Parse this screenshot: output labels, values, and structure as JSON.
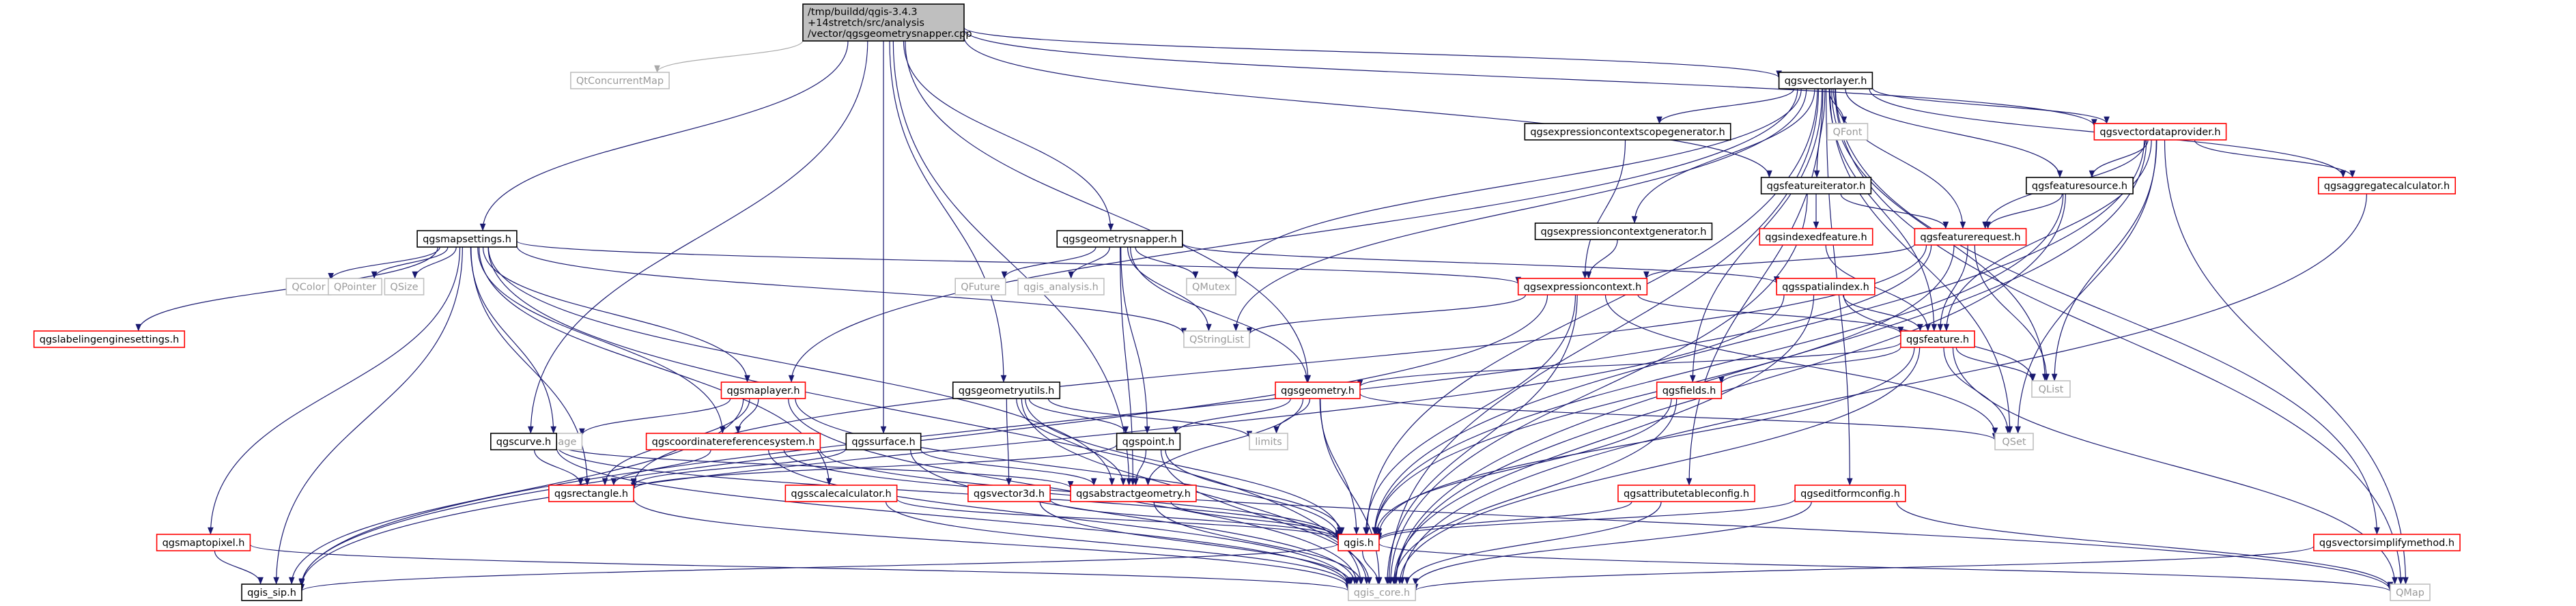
{
  "graph": {
    "root": {
      "lines": [
        "/tmp/buildd/qgis-3.4.3",
        "+14stretch/src/analysis",
        "/vector/qgsgeometrysnapper.cpp"
      ]
    },
    "colors": {
      "root_fill": "#bfbfbf",
      "node_fill": "#ffffff",
      "black_border": "#000000",
      "red_border": "#ff0000",
      "gray_border": "#bfbfbf",
      "gray_text": "#9a9a9a",
      "edge": "#191970",
      "edge_gray": "#a9a9a9"
    },
    "nodes": [
      {
        "id": "qconcurrentmap",
        "label": "QtConcurrentMap",
        "style": "gray"
      },
      {
        "id": "qgsvectorlayer",
        "label": "qgsvectorlayer.h",
        "style": "black"
      },
      {
        "id": "qgsmapsettings",
        "label": "qgsmapsettings.h",
        "style": "black"
      },
      {
        "id": "qgsgeometrysnapper",
        "label": "qgsgeometrysnapper.h",
        "style": "black"
      },
      {
        "id": "qgsexprctxscopegen",
        "label": "qgsexpressioncontextscopegenerator.h",
        "style": "black"
      },
      {
        "id": "qfont",
        "label": "QFont",
        "style": "gray"
      },
      {
        "id": "qgsvectordataprovider",
        "label": "qgsvectordataprovider.h",
        "style": "red"
      },
      {
        "id": "qgsfeatureiterator",
        "label": "qgsfeatureiterator.h",
        "style": "black"
      },
      {
        "id": "qgsfeaturesource",
        "label": "qgsfeaturesource.h",
        "style": "black"
      },
      {
        "id": "qgsaggregatecalculator",
        "label": "qgsaggregatecalculator.h",
        "style": "red"
      },
      {
        "id": "qgsexprctxgen",
        "label": "qgsexpressioncontextgenerator.h",
        "style": "black"
      },
      {
        "id": "qgsindexedfeature",
        "label": "qgsindexedfeature.h",
        "style": "red"
      },
      {
        "id": "qgsfeaturerequest",
        "label": "qgsfeaturerequest.h",
        "style": "red"
      },
      {
        "id": "qcolor",
        "label": "QColor",
        "style": "gray"
      },
      {
        "id": "qpointer",
        "label": "QPointer",
        "style": "gray"
      },
      {
        "id": "qsize",
        "label": "QSize",
        "style": "gray"
      },
      {
        "id": "qfuture",
        "label": "QFuture",
        "style": "gray"
      },
      {
        "id": "qgis_analysis",
        "label": "qgis_analysis.h",
        "style": "gray"
      },
      {
        "id": "qmutex",
        "label": "QMutex",
        "style": "gray"
      },
      {
        "id": "qgsexpressioncontext",
        "label": "qgsexpressioncontext.h",
        "style": "red"
      },
      {
        "id": "qgsspatialindex",
        "label": "qgsspatialindex.h",
        "style": "red"
      },
      {
        "id": "qgslabelingengine",
        "label": "qgslabelingenginesettings.h",
        "style": "red"
      },
      {
        "id": "qstringlist",
        "label": "QStringList",
        "style": "gray"
      },
      {
        "id": "qgsfeature",
        "label": "qgsfeature.h",
        "style": "red"
      },
      {
        "id": "qlist",
        "label": "QList",
        "style": "gray"
      },
      {
        "id": "qgsmaplayer",
        "label": "qgsmaplayer.h",
        "style": "red"
      },
      {
        "id": "qgsgeometryutils",
        "label": "qgsgeometryutils.h",
        "style": "black"
      },
      {
        "id": "qgsgeometry",
        "label": "qgsgeometry.h",
        "style": "red"
      },
      {
        "id": "qgsfields",
        "label": "qgsfields.h",
        "style": "red"
      },
      {
        "id": "qimage",
        "label": "QImage",
        "style": "gray"
      },
      {
        "id": "limits",
        "label": "limits",
        "style": "gray"
      },
      {
        "id": "qset",
        "label": "QSet",
        "style": "gray"
      },
      {
        "id": "qgscurve",
        "label": "qgscurve.h",
        "style": "black"
      },
      {
        "id": "qgscrs",
        "label": "qgscoordinatereferencesystem.h",
        "style": "red"
      },
      {
        "id": "qgssurface",
        "label": "qgssurface.h",
        "style": "black"
      },
      {
        "id": "qgspoint",
        "label": "qgspoint.h",
        "style": "black"
      },
      {
        "id": "qgsrectangle",
        "label": "qgsrectangle.h",
        "style": "red"
      },
      {
        "id": "qgsabstractgeometry",
        "label": "qgsabstractgeometry.h",
        "style": "red"
      },
      {
        "id": "qgsattributetableconfig",
        "label": "qgsattributetableconfig.h",
        "style": "red"
      },
      {
        "id": "qgseditformconfig",
        "label": "qgseditformconfig.h",
        "style": "red"
      },
      {
        "id": "qgsscalecalculator",
        "label": "qgsscalecalculator.h",
        "style": "red"
      },
      {
        "id": "qgsvector3d",
        "label": "qgsvector3d.h",
        "style": "red"
      },
      {
        "id": "qgsmaptopixel",
        "label": "qgsmaptopixel.h",
        "style": "red"
      },
      {
        "id": "qgsvectorsimplify",
        "label": "qgsvectorsimplifymethod.h",
        "style": "red"
      },
      {
        "id": "qgis",
        "label": "qgis.h",
        "style": "red"
      },
      {
        "id": "qgis_sip",
        "label": "qgis_sip.h",
        "style": "black"
      },
      {
        "id": "qgis_core",
        "label": "qgis_core.h",
        "style": "gray"
      },
      {
        "id": "qmap",
        "label": "QMap",
        "style": "gray"
      }
    ],
    "edges": [
      [
        "root",
        "qconcurrentmap"
      ],
      [
        "root",
        "qgsvectorlayer"
      ],
      [
        "root",
        "qgsmapsettings"
      ],
      [
        "root",
        "qgsgeometrysnapper"
      ],
      [
        "root",
        "qgsvectordataprovider"
      ],
      [
        "root",
        "qgsfeatureiterator"
      ],
      [
        "root",
        "qgscurve"
      ],
      [
        "root",
        "qgssurface"
      ],
      [
        "root",
        "qgsgeometryutils"
      ],
      [
        "root",
        "qgsgeometry"
      ],
      [
        "root",
        "qgsabstractgeometry"
      ],
      [
        "qgsvectorlayer",
        "qgsexprctxscopegen"
      ],
      [
        "qgsvectorlayer",
        "qfont"
      ],
      [
        "qgsvectorlayer",
        "qgsvectordataprovider"
      ],
      [
        "qgsvectorlayer",
        "qgsfeatureiterator"
      ],
      [
        "qgsvectorlayer",
        "qgsfeaturesource"
      ],
      [
        "qgsvectorlayer",
        "qgsaggregatecalculator"
      ],
      [
        "qgsvectorlayer",
        "qgsexprctxgen"
      ],
      [
        "qgsvectorlayer",
        "qgsfeaturerequest"
      ],
      [
        "qgsvectorlayer",
        "qmutex"
      ],
      [
        "qgsvectorlayer",
        "qgsmaplayer"
      ],
      [
        "qgsvectorlayer",
        "qstringlist"
      ],
      [
        "qgsvectorlayer",
        "qgsfields"
      ],
      [
        "qgsvectorlayer",
        "qgsfeature"
      ],
      [
        "qgsvectorlayer",
        "qlist"
      ],
      [
        "qgsvectorlayer",
        "qset"
      ],
      [
        "qgsvectorlayer",
        "qgsattributetableconfig"
      ],
      [
        "qgsvectorlayer",
        "qgseditformconfig"
      ],
      [
        "qgsvectorlayer",
        "qgsvectorsimplify"
      ],
      [
        "qgsvectorlayer",
        "qgis"
      ],
      [
        "qgsvectorlayer",
        "qgis_core"
      ],
      [
        "qgsvectorlayer",
        "qmap"
      ],
      [
        "qgsvectordataprovider",
        "qgsfeaturesource"
      ],
      [
        "qgsvectordataprovider",
        "qgsaggregatecalculator"
      ],
      [
        "qgsvectordataprovider",
        "qgsfeaturerequest"
      ],
      [
        "qgsvectordataprovider",
        "qgsfeature"
      ],
      [
        "qgsvectordataprovider",
        "qlist"
      ],
      [
        "qgsvectordataprovider",
        "qset"
      ],
      [
        "qgsvectordataprovider",
        "qgis"
      ],
      [
        "qgsvectordataprovider",
        "qgis_core"
      ],
      [
        "qgsvectordataprovider",
        "qmap"
      ],
      [
        "qgsfeatureiterator",
        "qgsindexedfeature"
      ],
      [
        "qgsfeatureiterator",
        "qgsfeaturerequest"
      ],
      [
        "qgsfeatureiterator",
        "qgis_core"
      ],
      [
        "qgsfeaturesource",
        "qgsfeaturerequest"
      ],
      [
        "qgsfeaturesource",
        "qgis"
      ],
      [
        "qgsfeaturesource",
        "qgis_core"
      ],
      [
        "qgsaggregatecalculator",
        "qgis_core"
      ],
      [
        "qgsexprctxgen",
        "qgsexpressioncontext"
      ],
      [
        "qgsexprctxscopegen",
        "qgsexpressioncontext"
      ],
      [
        "qgsindexedfeature",
        "qgsfeature"
      ],
      [
        "qgsfeaturerequest",
        "qgsexpressioncontext"
      ],
      [
        "qgsfeaturerequest",
        "qgsfeature"
      ],
      [
        "qgsfeaturerequest",
        "qlist"
      ],
      [
        "qgsfeaturerequest",
        "qgsrectangle"
      ],
      [
        "qgsfeaturerequest",
        "qgis"
      ],
      [
        "qgsfeaturerequest",
        "qgis_sip"
      ],
      [
        "qgsmapsettings",
        "qcolor"
      ],
      [
        "qgsmapsettings",
        "qpointer"
      ],
      [
        "qgsmapsettings",
        "qsize"
      ],
      [
        "qgsmapsettings",
        "qimage"
      ],
      [
        "qgsmapsettings",
        "qstringlist"
      ],
      [
        "qgsmapsettings",
        "qgslabelingengine"
      ],
      [
        "qgsmapsettings",
        "qgsmaplayer"
      ],
      [
        "qgsmapsettings",
        "qgscrs"
      ],
      [
        "qgsmapsettings",
        "qgsrectangle"
      ],
      [
        "qgsmapsettings",
        "qgsexpressioncontext"
      ],
      [
        "qgsmapsettings",
        "qgsscalecalculator"
      ],
      [
        "qgsmapsettings",
        "qgsmaptopixel"
      ],
      [
        "qgsmapsettings",
        "qgis_sip"
      ],
      [
        "qgsmapsettings",
        "qgis_core"
      ],
      [
        "qgsmapsettings",
        "qgsabstractgeometry"
      ],
      [
        "qgsgeometrysnapper",
        "qfuture"
      ],
      [
        "qgsgeometrysnapper",
        "qgis_analysis"
      ],
      [
        "qgsgeometrysnapper",
        "qmutex"
      ],
      [
        "qgsgeometrysnapper",
        "qstringlist"
      ],
      [
        "qgsgeometrysnapper",
        "qgsspatialindex"
      ],
      [
        "qgsgeometrysnapper",
        "qgsgeometry"
      ],
      [
        "qgsgeometrysnapper",
        "qgspoint"
      ],
      [
        "qgsgeometrysnapper",
        "qgsabstractgeometry"
      ],
      [
        "qgsexpressioncontext",
        "qstringlist"
      ],
      [
        "qgsexpressioncontext",
        "qgsfeature"
      ],
      [
        "qgsexpressioncontext",
        "qset"
      ],
      [
        "qgsexpressioncontext",
        "qgis"
      ],
      [
        "qgsexpressioncontext",
        "qgis_core"
      ],
      [
        "qgsexpressioncontext",
        "qgis_sip"
      ],
      [
        "qgsspatialindex",
        "qgsfeature"
      ],
      [
        "qgsspatialindex",
        "qlist"
      ],
      [
        "qgsspatialindex",
        "qgis_core"
      ],
      [
        "qgsspatialindex",
        "qgis_sip"
      ],
      [
        "qgsfeature",
        "qgsgeometry"
      ],
      [
        "qgsfeature",
        "qgsfields"
      ],
      [
        "qgsfeature",
        "qlist"
      ],
      [
        "qgsfeature",
        "qset"
      ],
      [
        "qgsfeature",
        "qgis"
      ],
      [
        "qgsfeature",
        "qgis_core"
      ],
      [
        "qgsfeature",
        "qmap"
      ],
      [
        "qgsmaplayer",
        "qimage"
      ],
      [
        "qgsmaplayer",
        "qgscrs"
      ],
      [
        "qgsmaplayer",
        "qgsrectangle"
      ],
      [
        "qgsmaplayer",
        "qgis"
      ],
      [
        "qgsmaplayer",
        "qgis_core"
      ],
      [
        "qgsmaplayer",
        "qgis_sip"
      ],
      [
        "qgsgeometryutils",
        "qgspoint"
      ],
      [
        "qgsgeometryutils",
        "limits"
      ],
      [
        "qgsgeometryutils",
        "qgsvector3d"
      ],
      [
        "qgsgeometryutils",
        "qgsabstractgeometry"
      ],
      [
        "qgsgeometryutils",
        "qgis"
      ],
      [
        "qgsgeometryutils",
        "qgis_core"
      ],
      [
        "qgsgeometry",
        "limits"
      ],
      [
        "qgsgeometry",
        "qset"
      ],
      [
        "qgsgeometry",
        "qgspoint"
      ],
      [
        "qgsgeometry",
        "qgsabstractgeometry"
      ],
      [
        "qgsgeometry",
        "qgis"
      ],
      [
        "qgsgeometry",
        "qgis_core"
      ],
      [
        "qgsfields",
        "qgis"
      ],
      [
        "qgsfields",
        "qgis_core"
      ],
      [
        "qgscurve",
        "qgsrectangle"
      ],
      [
        "qgscurve",
        "qgsabstractgeometry"
      ],
      [
        "qgscurve",
        "qgis"
      ],
      [
        "qgscurve",
        "qgis_core"
      ],
      [
        "qgscrs",
        "qgsrectangle"
      ],
      [
        "qgscrs",
        "qgis"
      ],
      [
        "qgscrs",
        "qgis_core"
      ],
      [
        "qgscrs",
        "qmap"
      ],
      [
        "qgssurface",
        "qgsrectangle"
      ],
      [
        "qgssurface",
        "qgsabstractgeometry"
      ],
      [
        "qgssurface",
        "qgis_core"
      ],
      [
        "qgspoint",
        "qgsrectangle"
      ],
      [
        "qgspoint",
        "qgsabstractgeometry"
      ],
      [
        "qgspoint",
        "qgis"
      ],
      [
        "qgspoint",
        "qgis_core"
      ],
      [
        "qgsrectangle",
        "qgis_core"
      ],
      [
        "qgsabstractgeometry",
        "qgis"
      ],
      [
        "qgsabstractgeometry",
        "qgis_core"
      ],
      [
        "qgsattributetableconfig",
        "qgis"
      ],
      [
        "qgsattributetableconfig",
        "qgis_core"
      ],
      [
        "qgseditformconfig",
        "qgis"
      ],
      [
        "qgseditformconfig",
        "qgis_core"
      ],
      [
        "qgseditformconfig",
        "qmap"
      ],
      [
        "qgsscalecalculator",
        "qgis"
      ],
      [
        "qgsscalecalculator",
        "qgis_core"
      ],
      [
        "qgsvector3d",
        "qgis"
      ],
      [
        "qgsvector3d",
        "qgis_core"
      ],
      [
        "qgsmaptopixel",
        "qgis_sip"
      ],
      [
        "qgsmaptopixel",
        "qgis_core"
      ],
      [
        "qgsvectorsimplify",
        "qgis_core"
      ],
      [
        "qgis",
        "qgis_sip"
      ],
      [
        "qgis",
        "qgis_core"
      ],
      [
        "qgis",
        "qmap"
      ]
    ]
  }
}
